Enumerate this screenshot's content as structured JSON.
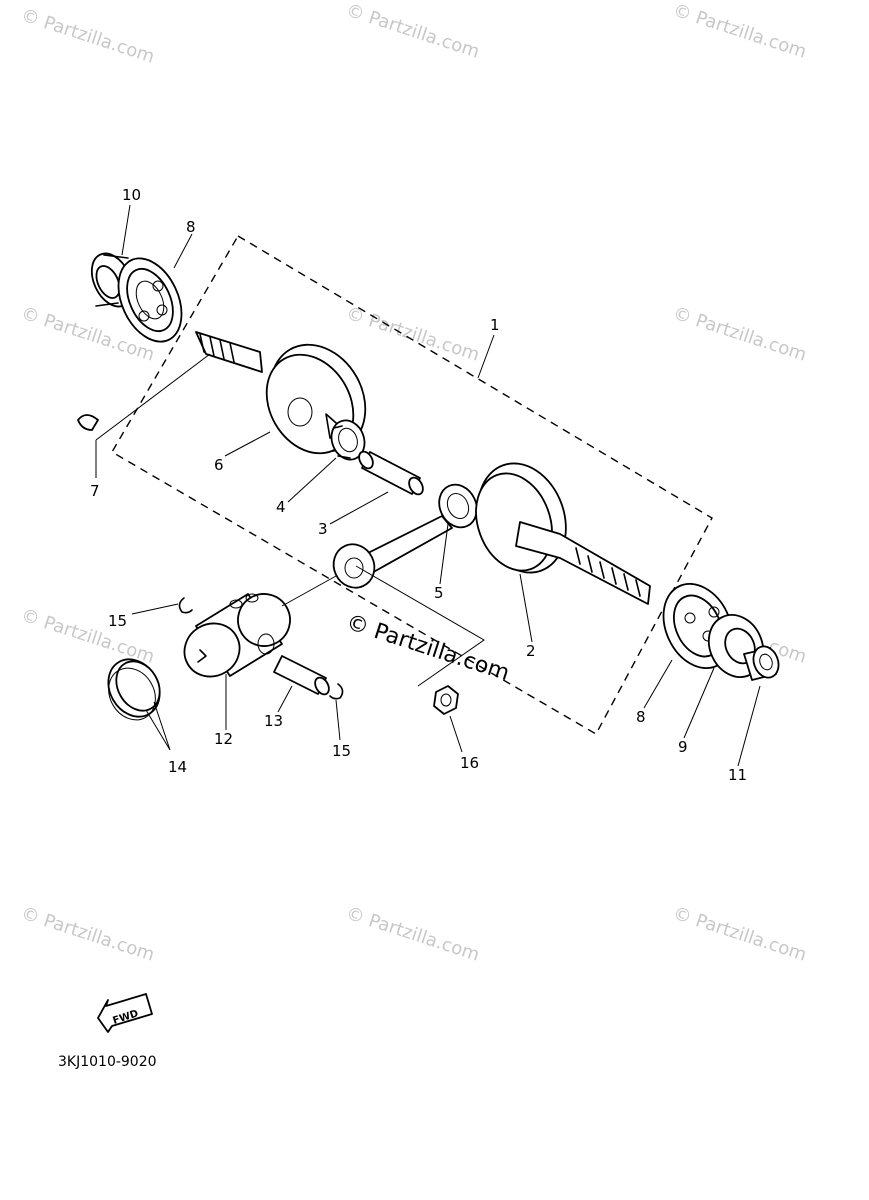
{
  "watermark": {
    "text": "© Partzilla.com"
  },
  "callouts": [
    "1",
    "2",
    "3",
    "4",
    "5",
    "6",
    "7",
    "8",
    "8",
    "9",
    "10",
    "11",
    "12",
    "13",
    "14",
    "15",
    "15",
    "16"
  ],
  "fwd_label": "FWD",
  "diagram_code": "3KJ1010-9020"
}
